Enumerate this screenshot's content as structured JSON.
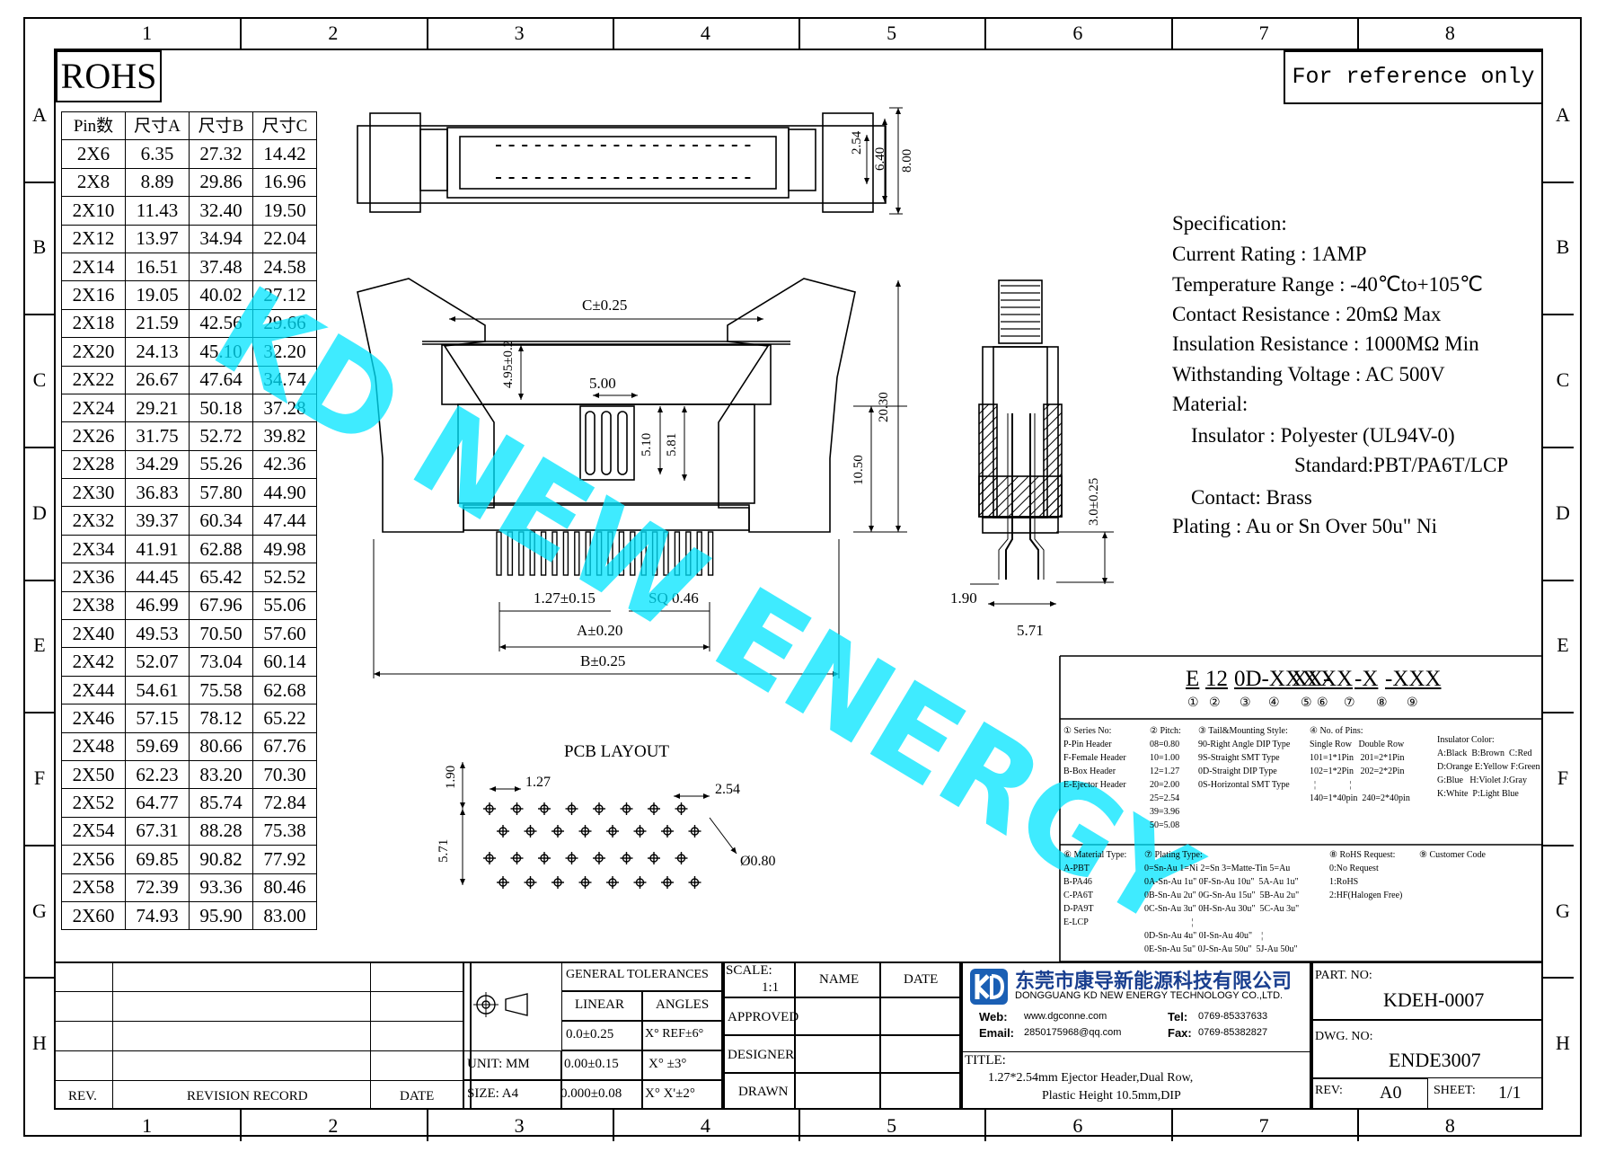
{
  "zones": {
    "columns": [
      "1",
      "2",
      "3",
      "4",
      "5",
      "6",
      "7",
      "8"
    ],
    "rows": [
      "A",
      "B",
      "C",
      "D",
      "E",
      "F",
      "G",
      "H"
    ]
  },
  "rohs": "ROHS",
  "reference_note": "For reference only",
  "watermark": "KD NEW ENERGY",
  "pin_table": {
    "headers": [
      "Pin数",
      "尺寸A",
      "尺寸B",
      "尺寸C"
    ],
    "rows": [
      [
        "2X6",
        "6.35",
        "27.32",
        "14.42"
      ],
      [
        "2X8",
        "8.89",
        "29.86",
        "16.96"
      ],
      [
        "2X10",
        "11.43",
        "32.40",
        "19.50"
      ],
      [
        "2X12",
        "13.97",
        "34.94",
        "22.04"
      ],
      [
        "2X14",
        "16.51",
        "37.48",
        "24.58"
      ],
      [
        "2X16",
        "19.05",
        "40.02",
        "27.12"
      ],
      [
        "2X18",
        "21.59",
        "42.56",
        "29.66"
      ],
      [
        "2X20",
        "24.13",
        "45.10",
        "32.20"
      ],
      [
        "2X22",
        "26.67",
        "47.64",
        "34.74"
      ],
      [
        "2X24",
        "29.21",
        "50.18",
        "37.28"
      ],
      [
        "2X26",
        "31.75",
        "52.72",
        "39.82"
      ],
      [
        "2X28",
        "34.29",
        "55.26",
        "42.36"
      ],
      [
        "2X30",
        "36.83",
        "57.80",
        "44.90"
      ],
      [
        "2X32",
        "39.37",
        "60.34",
        "47.44"
      ],
      [
        "2X34",
        "41.91",
        "62.88",
        "49.98"
      ],
      [
        "2X36",
        "44.45",
        "65.42",
        "52.52"
      ],
      [
        "2X38",
        "46.99",
        "67.96",
        "55.06"
      ],
      [
        "2X40",
        "49.53",
        "70.50",
        "57.60"
      ],
      [
        "2X42",
        "52.07",
        "73.04",
        "60.14"
      ],
      [
        "2X44",
        "54.61",
        "75.58",
        "62.68"
      ],
      [
        "2X46",
        "57.15",
        "78.12",
        "65.22"
      ],
      [
        "2X48",
        "59.69",
        "80.66",
        "67.76"
      ],
      [
        "2X50",
        "62.23",
        "83.20",
        "70.30"
      ],
      [
        "2X52",
        "64.77",
        "85.74",
        "72.84"
      ],
      [
        "2X54",
        "67.31",
        "88.28",
        "75.38"
      ],
      [
        "2X56",
        "69.85",
        "90.82",
        "77.92"
      ],
      [
        "2X58",
        "72.39",
        "93.36",
        "80.46"
      ],
      [
        "2X60",
        "74.93",
        "95.90",
        "83.00"
      ]
    ]
  },
  "dims": {
    "d254": "2.54",
    "d640": "6.40",
    "d800": "8.00",
    "c": "C±0.25",
    "d495": "4.95±0.2",
    "d500": "5.00",
    "d510": "5.10",
    "d581": "5.81",
    "d2030": "20.30",
    "d1050": "10.50",
    "pitch": "1.27±0.15",
    "sq": "SQ 0.46",
    "a": "A±0.20",
    "b": "B±0.25",
    "d30": "3.0±0.25",
    "d190": "1.90",
    "d571": "5.71",
    "pcb_title": "PCB LAYOUT",
    "pcb_190": "1.90",
    "pcb_127": "1.27",
    "pcb_254": "2.54",
    "pcb_571": "5.71",
    "pcb_hole": "Ø0.80"
  },
  "spec": [
    "Specification:",
    "Current Rating : 1AMP",
    "Temperature Range : -40℃to+105℃",
    "Contact Resistance : 20mΩ Max",
    "Insulation Resistance : 1000MΩ Min",
    "Withstanding Voltage : AC 500V",
    "Material:",
    "Insulator : Polyester (UL94V-0)",
    "Standard:PBT/PA6T/LCP",
    "Contact: Brass",
    "Plating : Au or Sn Over 50u\" Ni"
  ],
  "part_code": {
    "segments": [
      "E",
      "12",
      "0D-XXX",
      "X",
      "X-",
      "XX",
      "-X",
      "-XXX"
    ],
    "circles": [
      "①",
      "②",
      "③",
      "④",
      "⑤",
      "⑥",
      "⑦",
      "⑧",
      "⑨"
    ]
  },
  "code_notes": {
    "series": "① Series No:\nP-Pin Header\nF-Female Header\nB-Box Header\nE-Ejector Header",
    "pitch": "② Pitch:\n08=0.80\n10=1.00\n12=1.27\n20=2.00\n25=2.54\n39=3.96\n50=5.08",
    "tail": "③ Tail&Mounting Style:\n90-Right Angle DIP Type\n9S-Straight SMT Type\n0D-Straight DIP Type\n0S-Horizontal SMT Type",
    "pins": "④ No. of Pins:\nSingle Row   Double Row\n101=1*1Pin   201=2*1Pin\n102=1*2Pin   202=2*2Pin\n  ¦               ¦\n140=1*40pin  240=2*40pin",
    "color": "Insulator Color:\nA:Black  B:Brown  C:Red\nD:Orange E:Yellow F:Green\nG:Blue   H:Violet J:Gray\nK:White  P:Light Blue",
    "material": "⑥ Material Type:\nA-PBT\nB-PA46\nC-PA6T\nD-PA9T\nE-LCP",
    "plating": "⑦ Plating Type:\n0=Sn-Au 1=Ni 2=Sn 3=Matte-Tin 5=Au\n0A-Sn-Au 1u\" 0F-Sn-Au 10u\"  5A-Au 1u\"\n0B-Sn-Au 2u\" 0G-Sn-Au 15u\"  5B-Au 2u\"\n0C-Sn-Au 3u\" 0H-Sn-Au 30u\"  5C-Au 3u\"\n                     ¦\n0D-Sn-Au 4u\" 0I-Sn-Au 40u\"    ¦\n0E-Sn-Au 5u\" 0J-Sn-Au 50u\"  5J-Au 50u\"",
    "rohs": "⑧ RoHS Request:\n0:No Request\n1:RoHS\n2:HF(Halogen Free)",
    "customer": "⑨ Customer Code"
  },
  "title_block": {
    "general_tolerances": "GENERAL TOLERANCES",
    "linear": "LINEAR",
    "angles": "ANGLES",
    "lin1": "0.0±0.25",
    "lin2": "0.00±0.15",
    "lin3": "0.000±0.08",
    "ang1": "X° REF±6°",
    "ang2": "X° ±3°",
    "ang3": "X° X'±2°",
    "unit": "UNIT: MM",
    "size": "SIZE: A4",
    "scale_label": "SCALE:",
    "scale_value": "1:1",
    "name": "NAME",
    "date": "DATE",
    "approved": "APPROVED",
    "designer": "DESIGNER",
    "drawn": "DRAWN",
    "rev": "REV.",
    "revision_record": "REVISION RECORD",
    "rev_date": "DATE",
    "company_cn": "东莞市康导新能源科技有限公司",
    "company_en": "DONGGUANG KD NEW ENERGY TECHNOLOGY CO.,LTD.",
    "web_label": "Web:",
    "web": "www.dgconne.com",
    "tel_label": "Tel:",
    "tel": "0769-85337633",
    "email_label": "Email:",
    "email": "2850175968@qq.com",
    "fax_label": "Fax:",
    "fax": "0769-85382827",
    "title_label": "TITLE:",
    "title_line1": "1.27*2.54mm Ejector Header,Dual Row,",
    "title_line2": "Plastic Height 10.5mm,DIP",
    "part_no_label": "PART. NO:",
    "part_no": "KDEH-0007",
    "dwg_no_label": "DWG. NO:",
    "dwg_no": "ENDE3007",
    "rev_label": "REV:",
    "rev_value": "A0",
    "sheet_label": "SHEET:",
    "sheet_value": "1/1"
  },
  "colors": {
    "watermark": "#00e5ff",
    "line": "#000000"
  }
}
